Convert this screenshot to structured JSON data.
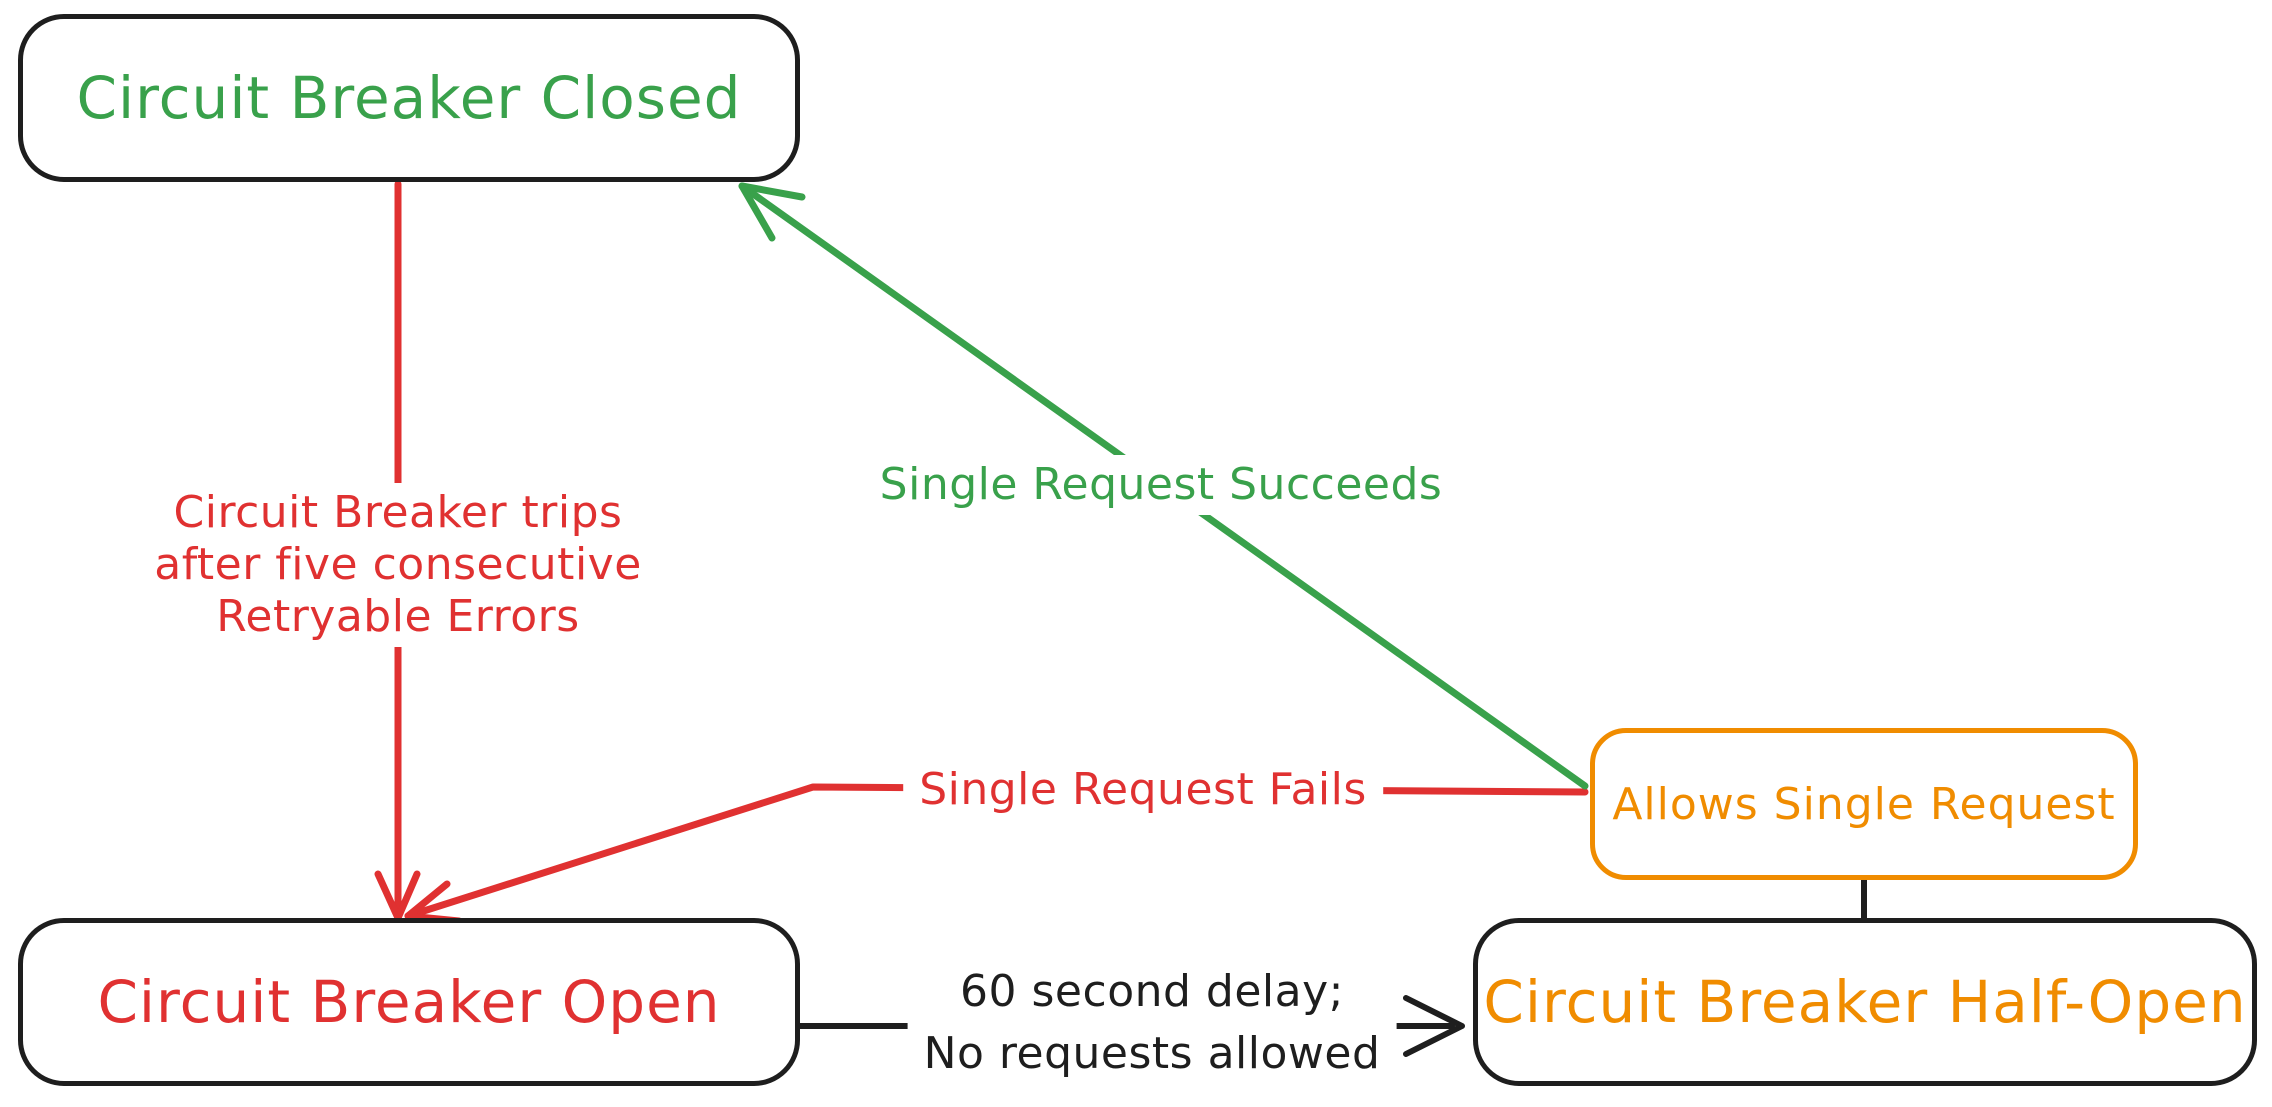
{
  "colors": {
    "green": "#39a14b",
    "red": "#e03131",
    "orange": "#f08c00",
    "black": "#1e1e1e",
    "background": "#ffffff"
  },
  "nodes": {
    "closed": {
      "label": "Circuit Breaker Closed"
    },
    "open": {
      "label": "Circuit Breaker Open"
    },
    "half_open": {
      "label": "Circuit Breaker Half-Open"
    },
    "allows": {
      "label": "Allows Single Request"
    }
  },
  "edges": {
    "trip": {
      "line1": "Circuit Breaker trips",
      "line2": "after five consecutive",
      "line3": "Retryable Errors"
    },
    "succeed": {
      "label": "Single Request Succeeds"
    },
    "fail": {
      "label": "Single Request Fails"
    },
    "delay": {
      "line1": "60 second delay;",
      "line2": "No requests allowed"
    },
    "connector": {
      "label": ""
    }
  }
}
